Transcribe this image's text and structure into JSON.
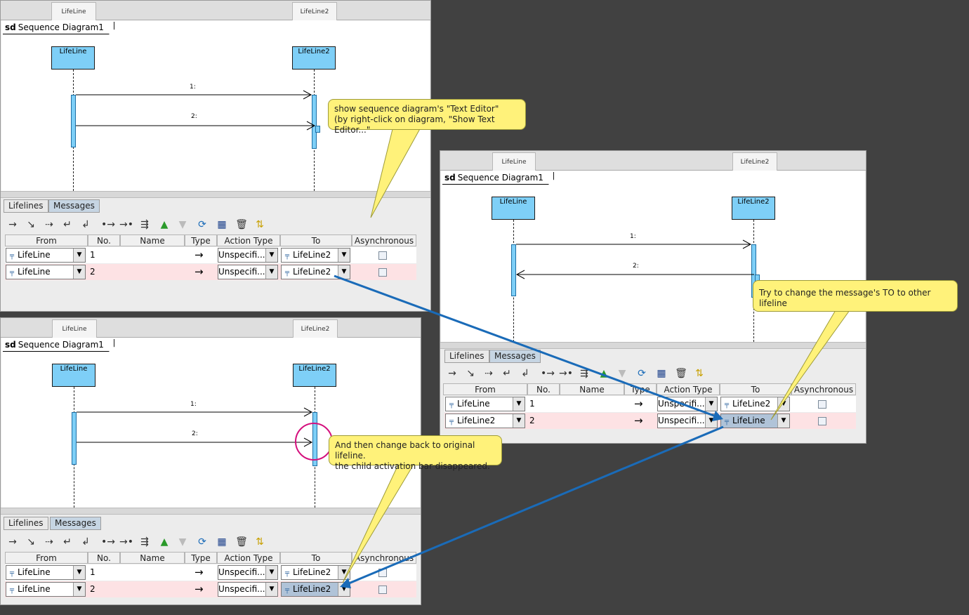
{
  "diagram": {
    "frame_keyword": "sd",
    "frame_title": "Sequence Diagram1",
    "lifeline1": "LifeLine",
    "lifeline2": "LifeLine2",
    "msg1": "1:",
    "msg2": "2:"
  },
  "tabs": {
    "lifelines": "Lifelines",
    "messages": "Messages"
  },
  "columns": {
    "from": "From",
    "no": "No.",
    "name": "Name",
    "type": "Type",
    "action_type": "Action Type",
    "to": "To",
    "async": "Asynchronous"
  },
  "panel_a": {
    "rows": [
      {
        "from": "LifeLine",
        "no": "1",
        "type": "→",
        "action": "Unspecifi...",
        "to": "LifeLine2"
      },
      {
        "from": "LifeLine",
        "no": "2",
        "type": "→",
        "action": "Unspecifi...",
        "to": "LifeLine2"
      }
    ]
  },
  "panel_b": {
    "rows": [
      {
        "from": "LifeLine",
        "no": "1",
        "type": "→",
        "action": "Unspecifi...",
        "to": "LifeLine2"
      },
      {
        "from": "LifeLine2",
        "no": "2",
        "type": "→",
        "action": "Unspecifi...",
        "to": "LifeLine"
      }
    ]
  },
  "panel_c": {
    "rows": [
      {
        "from": "LifeLine",
        "no": "1",
        "type": "→",
        "action": "Unspecifi...",
        "to": "LifeLine2"
      },
      {
        "from": "LifeLine",
        "no": "2",
        "type": "→",
        "action": "Unspecifi...",
        "to": "LifeLine2"
      }
    ]
  },
  "notes": {
    "note1_line1": "show sequence diagram's \"Text Editor\"",
    "note1_line2": "(by right-click on diagram, \"Show Text Editor...\"",
    "note2": "Try to change the message's TO to other lifeline",
    "note3_line1": "And then change back to original lifeline.",
    "note3_line2": "the child activation bar disappeared."
  },
  "colors": {
    "background": "#414141",
    "lifeline_fill": "#7ecff7",
    "note_fill": "#fff27a",
    "arrow": "#1a6bb8",
    "highlight_circle": "#d4107d",
    "pink_row": "#fde2e4"
  }
}
